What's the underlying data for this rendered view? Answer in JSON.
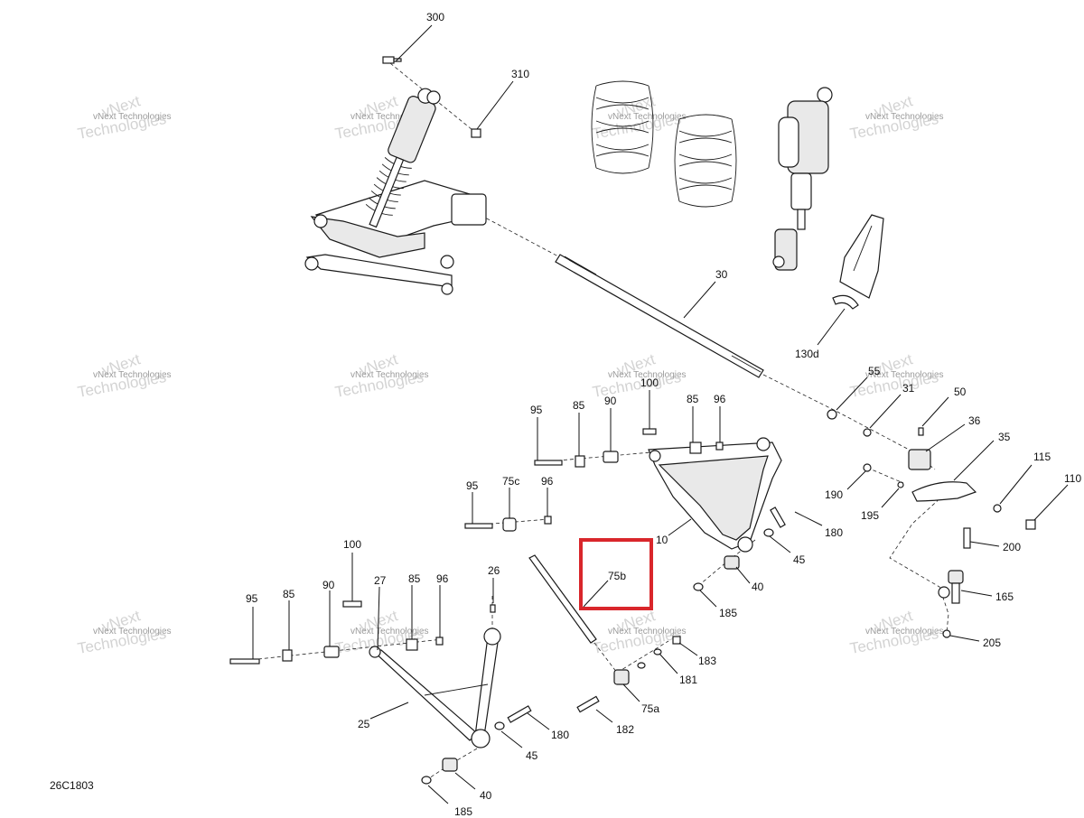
{
  "diagram": {
    "doc_code": "26C1803",
    "watermark": {
      "line1": "vNext Technologies",
      "line2": "Technologies",
      "mark": "vNext"
    },
    "highlight_color": "#d9262b",
    "callouts": {
      "c300": "300",
      "c310": "310",
      "c30": "30",
      "c130d": "130d",
      "c55": "55",
      "c31": "31",
      "c50": "50",
      "c36": "36",
      "c35": "35",
      "c115": "115",
      "c110": "110",
      "c190": "190",
      "c195": "195",
      "c95a": "95",
      "c85a": "85",
      "c90a": "90",
      "c100a": "100",
      "c85b": "85",
      "c96a": "96",
      "c95b": "95",
      "c75c": "75c",
      "c96b": "96",
      "c10": "10",
      "c180a": "180",
      "c45a": "45",
      "c40a": "40",
      "c185a": "185",
      "c200": "200",
      "c165": "165",
      "c205": "205",
      "c75b": "75b",
      "c100b": "100",
      "c95c": "95",
      "c85c": "85",
      "c90b": "90",
      "c27": "27",
      "c85d": "85",
      "c96c": "96",
      "c26": "26",
      "c183": "183",
      "c181": "181",
      "c75a": "75a",
      "c182": "182",
      "c25": "25",
      "c180b": "180",
      "c45b": "45",
      "c40b": "40",
      "c185b": "185"
    }
  }
}
